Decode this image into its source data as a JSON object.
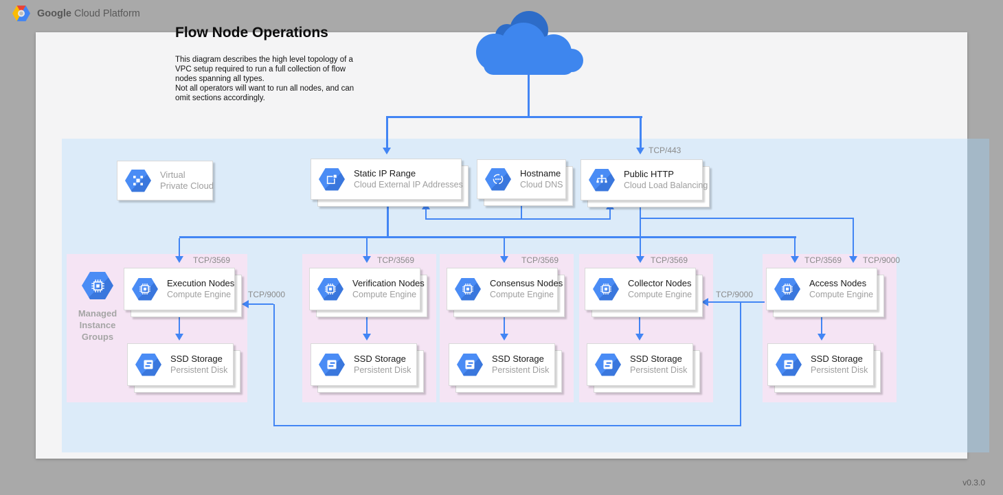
{
  "header": {
    "brand_bold": "Google",
    "brand_rest": " Cloud Platform"
  },
  "title": "Flow Node Operations",
  "description": {
    "line1": "This diagram describes the high level topology of a",
    "line2": "VPC setup required to run a full collection of flow",
    "line3": "nodes spanning all types.",
    "line4": "Not all operators will want to run all nodes, and can",
    "line5": "omit sections accordingly."
  },
  "version": "v0.3.0",
  "ports": {
    "https": "TCP/443",
    "flow": "TCP/3569",
    "internal": "TCP/9000"
  },
  "vpc_card": {
    "line1": "Virtual",
    "line2": "Private Cloud"
  },
  "mig_label": {
    "line1": "Managed",
    "line2": "Instance",
    "line3": "Groups"
  },
  "top_cards": {
    "static_ip": {
      "title": "Static IP Range",
      "subtitle": "Cloud External IP Addresses"
    },
    "hostname": {
      "title": "Hostname",
      "subtitle": "Cloud DNS"
    },
    "public_http": {
      "title": "Public HTTP",
      "subtitle": "Cloud Load Balancing"
    }
  },
  "groups": [
    {
      "title": "Execution Nodes",
      "subtitle": "Compute Engine",
      "storage_title": "SSD Storage",
      "storage_subtitle": "Persistent Disk",
      "port": "TCP/3569"
    },
    {
      "title": "Verification Nodes",
      "subtitle": "Compute Engine",
      "storage_title": "SSD Storage",
      "storage_subtitle": "Persistent Disk",
      "port": "TCP/3569"
    },
    {
      "title": "Consensus Nodes",
      "subtitle": "Compute Engine",
      "storage_title": "SSD Storage",
      "storage_subtitle": "Persistent Disk",
      "port": "TCP/3569"
    },
    {
      "title": "Collector Nodes",
      "subtitle": "Compute Engine",
      "storage_title": "SSD Storage",
      "storage_subtitle": "Persistent Disk",
      "port": "TCP/3569"
    },
    {
      "title": "Access Nodes",
      "subtitle": "Compute Engine",
      "storage_title": "SSD Storage",
      "storage_subtitle": "Persistent Disk",
      "port": "TCP/3569",
      "port2": "TCP/9000"
    }
  ],
  "colors": {
    "accent_blue": "#4285f4",
    "vpc_region": "#dcebf9",
    "node_group": "#f5e4f4",
    "cloud_front": "#3e86ee",
    "cloud_back": "#2d6cc8"
  }
}
